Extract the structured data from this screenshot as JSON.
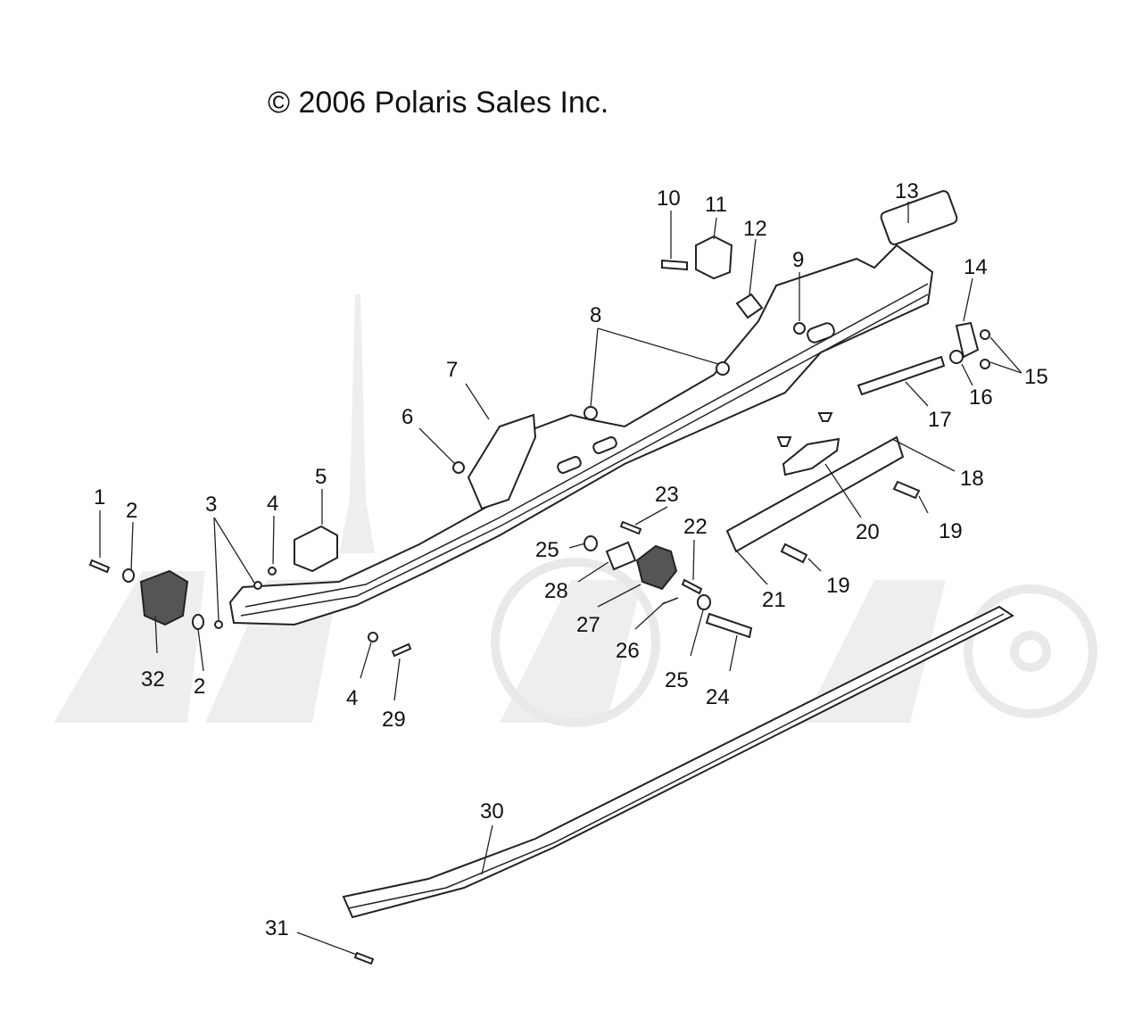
{
  "copyright": "© 2006 Polaris Sales Inc.",
  "callouts": [
    "1",
    "2",
    "2",
    "3",
    "4",
    "4",
    "5",
    "6",
    "7",
    "8",
    "9",
    "10",
    "11",
    "12",
    "13",
    "14",
    "15",
    "16",
    "17",
    "18",
    "19",
    "19",
    "20",
    "21",
    "22",
    "23",
    "24",
    "25",
    "25",
    "26",
    "27",
    "28",
    "29",
    "30",
    "31",
    "32"
  ],
  "colors": {
    "line": "#222222",
    "watermark": "#eeeeee",
    "background": "#ffffff"
  }
}
